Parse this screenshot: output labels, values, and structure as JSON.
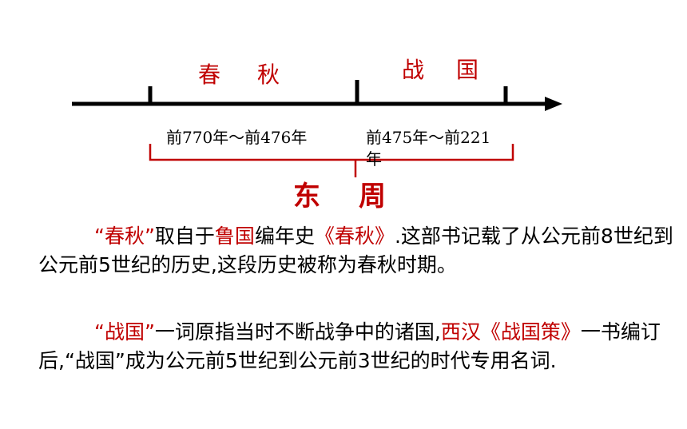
{
  "timeline": {
    "period_chunqiu_a": "春",
    "period_chunqiu_b": "秋",
    "period_zhanguo_a": "战",
    "period_zhanguo_b": "国",
    "date_chunqiu": "前770年～前476年",
    "date_zhanguo": "前475年～前221",
    "date_zhanguo_suffix": "年",
    "dongzhou_a": "东",
    "dongzhou_b": "周"
  },
  "paragraph1": {
    "q1": "“春秋”",
    "t1": "取自于",
    "h1": "鲁国",
    "t2": "编年史",
    "h2": "《春秋》",
    "t3": ".这部书记载了从公元前8世纪到公元前5世纪的历史,这段历史被称为春秋时期。"
  },
  "paragraph2": {
    "q1": "“战国”",
    "t1": "一词原指当时不断战争中的诸国,",
    "h1": "西汉《战国策》",
    "t2": "一书编订后,“战国”成为公元前5世纪到公元前3世纪的时代专用名词."
  },
  "colors": {
    "accent": "#c00000",
    "text": "#000000"
  }
}
